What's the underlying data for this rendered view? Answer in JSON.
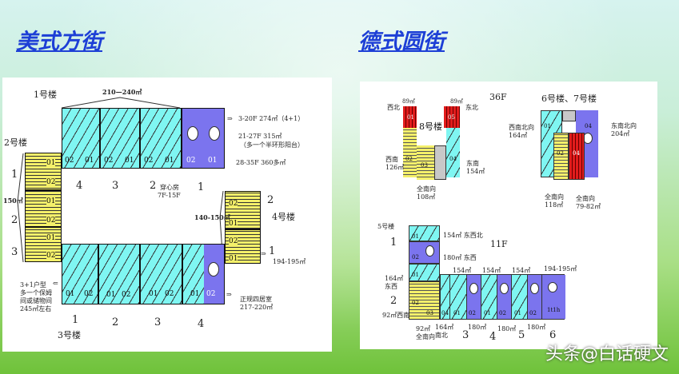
{
  "left": {
    "title": "美式方街",
    "b1": {
      "name": "1号楼",
      "area": "210—240㎡",
      "units": [
        "02",
        "01",
        "02",
        "01",
        "02",
        "01",
        "02",
        "01"
      ],
      "nums": [
        "4",
        "3",
        "2",
        "1"
      ],
      "chuanxin": "穿心房",
      "chuanxin_floors": "7F-15F",
      "notes": [
        "3-20F  274㎡（4+1）",
        "21-27F  315㎡",
        "（多一个半环形阳台）",
        "28-35F  360多㎡"
      ]
    },
    "b2": {
      "name": "2号楼",
      "area": "150㎡",
      "units": [
        "01",
        "02",
        "01",
        "02",
        "01",
        "02"
      ],
      "nums": [
        "1",
        "2",
        "3"
      ]
    },
    "b4": {
      "name": "4号楼",
      "num2": "2",
      "area": "140-150㎡",
      "units": [
        "02",
        "01",
        "02",
        "01"
      ],
      "num1": "1",
      "area1": "194-195㎡"
    },
    "b3": {
      "name": "3号楼",
      "units": [
        "01",
        "02",
        "01",
        "02",
        "01",
        "02",
        "01",
        "02"
      ],
      "nums": [
        "1",
        "2",
        "3",
        "4"
      ],
      "left_note": [
        "3+1户型",
        "多一个保姆",
        "间或储物间",
        "245㎡左右"
      ],
      "right_note": [
        "正规四居室",
        "217-220㎡"
      ]
    }
  },
  "right": {
    "title": "德式圆街",
    "b8": {
      "name": "8号楼",
      "floors": "36F",
      "units": [
        "01",
        "02",
        "03",
        "04",
        "05"
      ],
      "nw": "西北",
      "nw_area": "89㎡",
      "ne": "东北",
      "ne_area": "89㎡",
      "sw": "西南",
      "sw_area": "126㎡",
      "se": "东南",
      "se_area": "154㎡",
      "s": "全南向",
      "s_area": "108㎡"
    },
    "b67": {
      "name": "6号楼、7号楼",
      "units": [
        "01",
        "04",
        "02",
        "04"
      ],
      "w": "西南北向",
      "w_area": "164㎡",
      "e": "东南北向",
      "e_area": "204㎡",
      "s1": "全南向",
      "s1_area": "118㎡",
      "s2": "全南向",
      "s2_area": "79-82㎡"
    },
    "b5": {
      "name": "5号楼",
      "floors": "11F",
      "units_col": [
        "01",
        "02",
        "01",
        "02",
        "03"
      ],
      "units_row": [
        "04",
        "01",
        "02",
        "01",
        "02",
        "01",
        "02",
        "1t1h"
      ],
      "nums": [
        "1",
        "2",
        "3",
        "4",
        "5",
        "6"
      ],
      "a1": "154㎡ 东西北",
      "a2": "180㎡ 东西",
      "a3": "164㎡",
      "a3b": "东西",
      "a4": "92㎡西南",
      "a5": "92㎡",
      "a5b": "全南向",
      "a6": "164㎡",
      "a6b": "南北",
      "tops": [
        "154㎡",
        "154㎡",
        "154㎡",
        "194-195㎡"
      ],
      "bottoms": [
        "180㎡",
        "180㎡",
        "180㎡"
      ]
    }
  },
  "watermark": "头条@白话硬文"
}
